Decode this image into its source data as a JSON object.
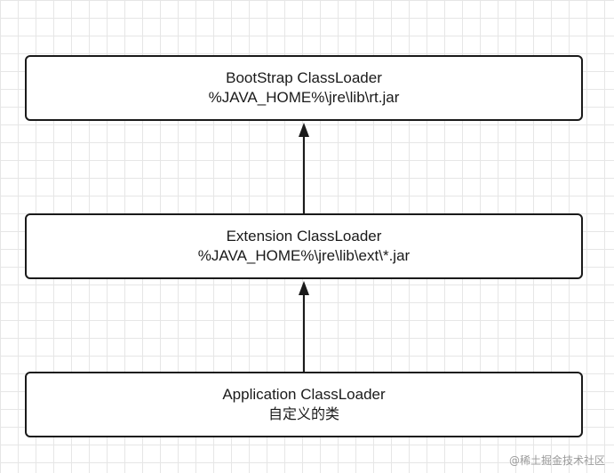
{
  "diagram": {
    "nodes": [
      {
        "id": "bootstrap",
        "title": "BootStrap ClassLoader",
        "subtitle": "%JAVA_HOME%\\jre\\lib\\rt.jar"
      },
      {
        "id": "extension",
        "title": "Extension ClassLoader",
        "subtitle": "%JAVA_HOME%\\jre\\lib\\ext\\*.jar"
      },
      {
        "id": "application",
        "title": "Application ClassLoader",
        "subtitle": "自定义的类"
      }
    ],
    "edges": [
      {
        "from": "extension",
        "to": "bootstrap"
      },
      {
        "from": "application",
        "to": "extension"
      }
    ]
  },
  "watermark": "@稀土掘金技术社区"
}
